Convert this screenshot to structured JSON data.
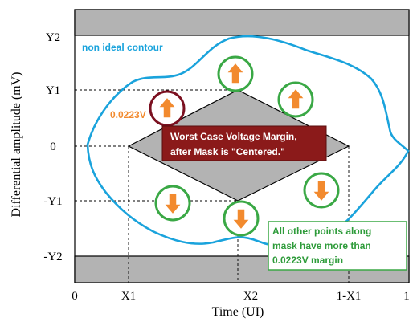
{
  "axes": {
    "ylabel": "Differential amplitude (mV)",
    "xlabel": "Time (UI)",
    "y_ticks": [
      "Y2",
      "Y1",
      "0",
      "-Y1",
      "-Y2"
    ],
    "x_ticks": [
      "0",
      "X1",
      "X2",
      "1-X1",
      "1"
    ]
  },
  "annotations": {
    "contour_label": "non ideal contour",
    "margin_value": "0.0223V",
    "worst_case_line1": "Worst Case Voltage Margin,",
    "worst_case_line2": "after Mask is \"Centered.\"",
    "other_points_line1": "All other points along",
    "other_points_line2": "mask have more than",
    "other_points_line3": "0.0223V margin"
  },
  "colors": {
    "contour": "#1aa3dc",
    "arrow_fill": "#f28a2e",
    "arrow_outline": "#ffffff",
    "circle_green": "#3aa845",
    "circle_worst": "#7b1020",
    "worst_box_fill": "#8b1a1a",
    "mask_fill": "#b3b3b3",
    "forbidden_band": "#b3b3b3",
    "green_text": "#2e9b3a",
    "orange_text": "#f28a2e"
  },
  "indicators": [
    {
      "name": "up-arrow-worst",
      "direction": "up",
      "ring": "worst"
    },
    {
      "name": "up-arrow-top",
      "direction": "up",
      "ring": "green"
    },
    {
      "name": "up-arrow-right",
      "direction": "up",
      "ring": "green"
    },
    {
      "name": "down-arrow-left",
      "direction": "down",
      "ring": "green"
    },
    {
      "name": "down-arrow-bottom",
      "direction": "down",
      "ring": "green"
    },
    {
      "name": "down-arrow-right",
      "direction": "down",
      "ring": "green"
    }
  ]
}
